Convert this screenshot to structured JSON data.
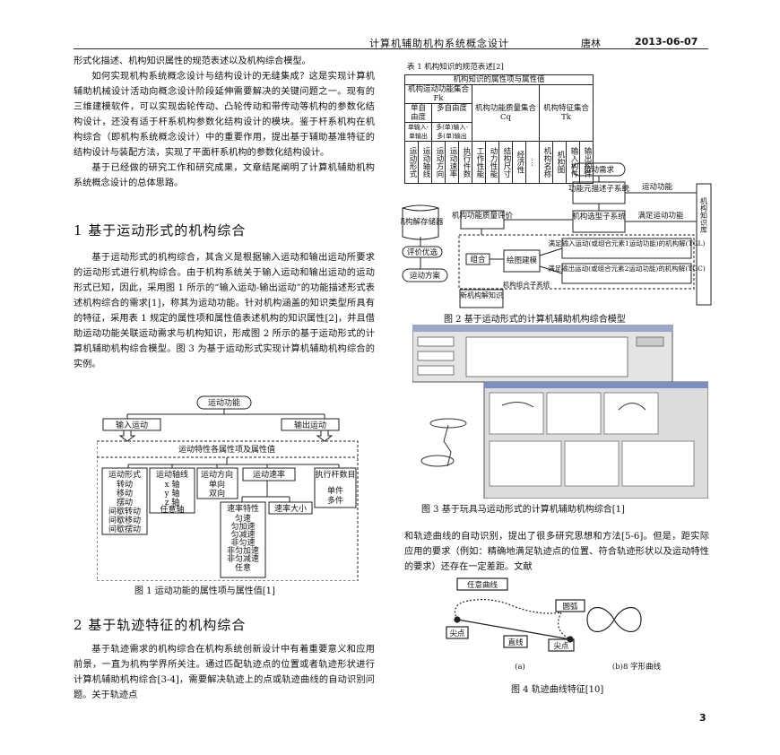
{
  "header": {
    "title": "计算机辅助机构系统概念设计",
    "author": "唐林",
    "date": "2013-06-07"
  },
  "left": {
    "p1": "形式化描述、机构知识属性的规范表述以及机构综合模型。",
    "p2": "如何实现机构系统概念设计与结构设计的无缝集成？这是实现计算机辅助机械设计活动向概念设计阶段延伸需要解决的关键问题之一。现有的三维建模软件，可以实现齿轮传动、凸轮传动和带传动等机构的参数化结构设计，还没有适于杆系机构参数化结构设计的模块。鉴于杆系机构在机构综合（即机构系统概念设计）中的重要作用，提出基于辅助基准特征的结构设计与装配方法，实现了平面杆系机构的参数化结构设计。",
    "p3": "基于已经做的研究工作和研究成果，文章结尾阐明了计算机辅助机构系统概念设计的总体思路。",
    "h1": "1  基于运动形式的机构综合",
    "p4": "基于运动形式的机构综合，其含义是根据输入运动和输出运动所要求的运动形式进行机构综合。由于机构系统关于输入运动和输出运动的运动形式已知，因此，采用图 1 所示的“输入运动-输出运动”的功能描述形式表述机构综合的需求[1]，称其为运动功能。针对机构涵盖的知识类型所具有的特征，采用表 1 规定的属性项和属性值表述机构的知识属性[2]，并且借助运动功能关联运动需求与机构知识，形成图 2 所示的基于运动形式的计算机辅助机构综合模型。图 3 为基于运动形式实现计算机辅助机构综合的实例。",
    "fig1_cap": "图 1    运动功能的属性项与属性值[1]",
    "h2": "2  基于轨迹特征的机构综合",
    "p5": "基于轨迹需求的机构综合在机构系统创新设计中有着重要意义和应用前景，一直为机构学界所关注。通过匹配轨迹点的位置或者轨迹形状进行计算机辅助机构综合[3-4]，需要解决轨迹上的点或轨迹曲线的自动识别问题。关于轨迹点"
  },
  "fig1": {
    "top": "运动功能",
    "in": "输入运动",
    "out": "输出运动",
    "group": "运动特性各属性项及属性值",
    "form_title": "运动形式",
    "form_items": [
      "转动",
      "移动",
      "摆动",
      "间歇转动",
      "间歇移动",
      "间歇摆动"
    ],
    "axis_title": "运动轴线",
    "axis_items": [
      "x 轴",
      "y 轴",
      "z 轴",
      "任意轴"
    ],
    "dir_title": "运动方向",
    "dir_items": [
      "单向",
      "双向"
    ],
    "speed_title": "运动速率",
    "speed_char": "速率特性",
    "speed_char_items": [
      "匀速",
      "匀加速",
      "匀减速",
      "非匀速",
      "非匀加速",
      "非匀减速",
      "任意"
    ],
    "speed_mag": "速率大小",
    "rod_title": "执行杆数目",
    "rod_items": [
      "单件",
      "多件"
    ]
  },
  "table1": {
    "caption": "表 1  机构知识的规范表述[2]",
    "top": "机构知识的属性项与属性值",
    "kf": "机构运动功能集合 Fk",
    "single": "单自由度",
    "single_sub": "单输入-单输出",
    "multi": "多自由度",
    "multi_sub": "多(单)输入-多(单)输出",
    "quality": "机构功能质量集合 Cq",
    "feature": "机构特征集合 Tk",
    "cols": [
      "运动形式",
      "运动轴线",
      "运动方向",
      "运动速率",
      "执行件数",
      "工作性能",
      "动力性能",
      "结构尺寸",
      "经济性",
      "…",
      "机构名称",
      "机构图",
      "输入构件",
      "输出构件"
    ]
  },
  "fig2": {
    "caption": "图 2  基于运动形式的计算机辅助机构综合模型",
    "demand": "运动需求",
    "desc": "功能元描述子系统",
    "func": "运动功能",
    "mech_kb": "机构知识库",
    "db": "机构解存储器",
    "eval": "机构功能质量评价",
    "select": "机构选型子系统",
    "satisfy": "满足运动功能",
    "tgl": "满足输入运动(或组合元素1运动功能)的机构解(TGL)",
    "combine": "组合",
    "draw": "绘图建模",
    "tgc": "满足输出运动(或组合元素2运动功能)的机构解(TGC)",
    "comb_sys": "机构组合子系统",
    "pref": "评价优选",
    "plan": "运动方案",
    "new": "新机构解知识"
  },
  "fig3": {
    "caption": "图 3  基于玩具马运动形式的计算机辅助机构综合[1]"
  },
  "right": {
    "p1": "和轨迹曲线的自动识别，提出了很多研究思想和方法[5-6]。但是，距实际应用的要求（例如：精确地满足轨迹点的位置、符合轨迹形状以及运动特性的要求）还存在一定差距。文献"
  },
  "fig4": {
    "any": "任意曲线",
    "arc": "圆弧",
    "cusp1": "尖点",
    "line": "直线",
    "cusp2": "尖点",
    "a": "(a)",
    "b": "(b)8 字形曲线",
    "caption": "图 4  轨迹曲线特征[10]"
  },
  "page": "3"
}
